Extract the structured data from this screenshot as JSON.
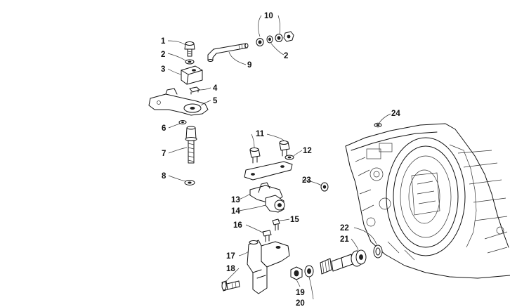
{
  "callouts": [
    "1",
    "2",
    "3",
    "4",
    "5",
    "6",
    "7",
    "8",
    "9",
    "10",
    "2",
    "11",
    "12",
    "13",
    "14",
    "15",
    "16",
    "17",
    "18",
    "19",
    "20",
    "21",
    "22",
    "23",
    "24"
  ]
}
